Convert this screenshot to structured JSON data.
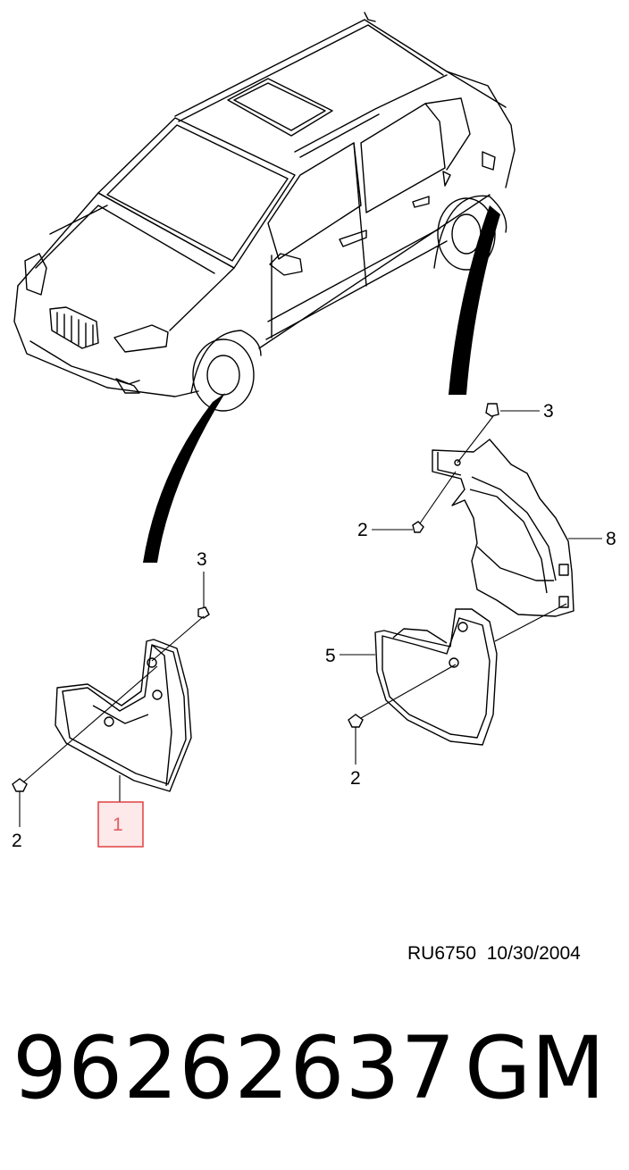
{
  "callouts": {
    "part_1": "1",
    "part_2_left": "2",
    "part_3_left": "3",
    "part_3_right": "3",
    "part_2_right_upper": "2",
    "part_8": "8",
    "part_5": "5",
    "part_2_right_lower": "2"
  },
  "reference": {
    "drawing_id": "RU6750",
    "date": "10/30/2004"
  },
  "part_number": "96262637",
  "brand": "GM",
  "colors": {
    "line": "#000000",
    "highlight_border": "#e04040",
    "highlight_fill": "#fde8ea",
    "highlight_text": "#e06060"
  }
}
